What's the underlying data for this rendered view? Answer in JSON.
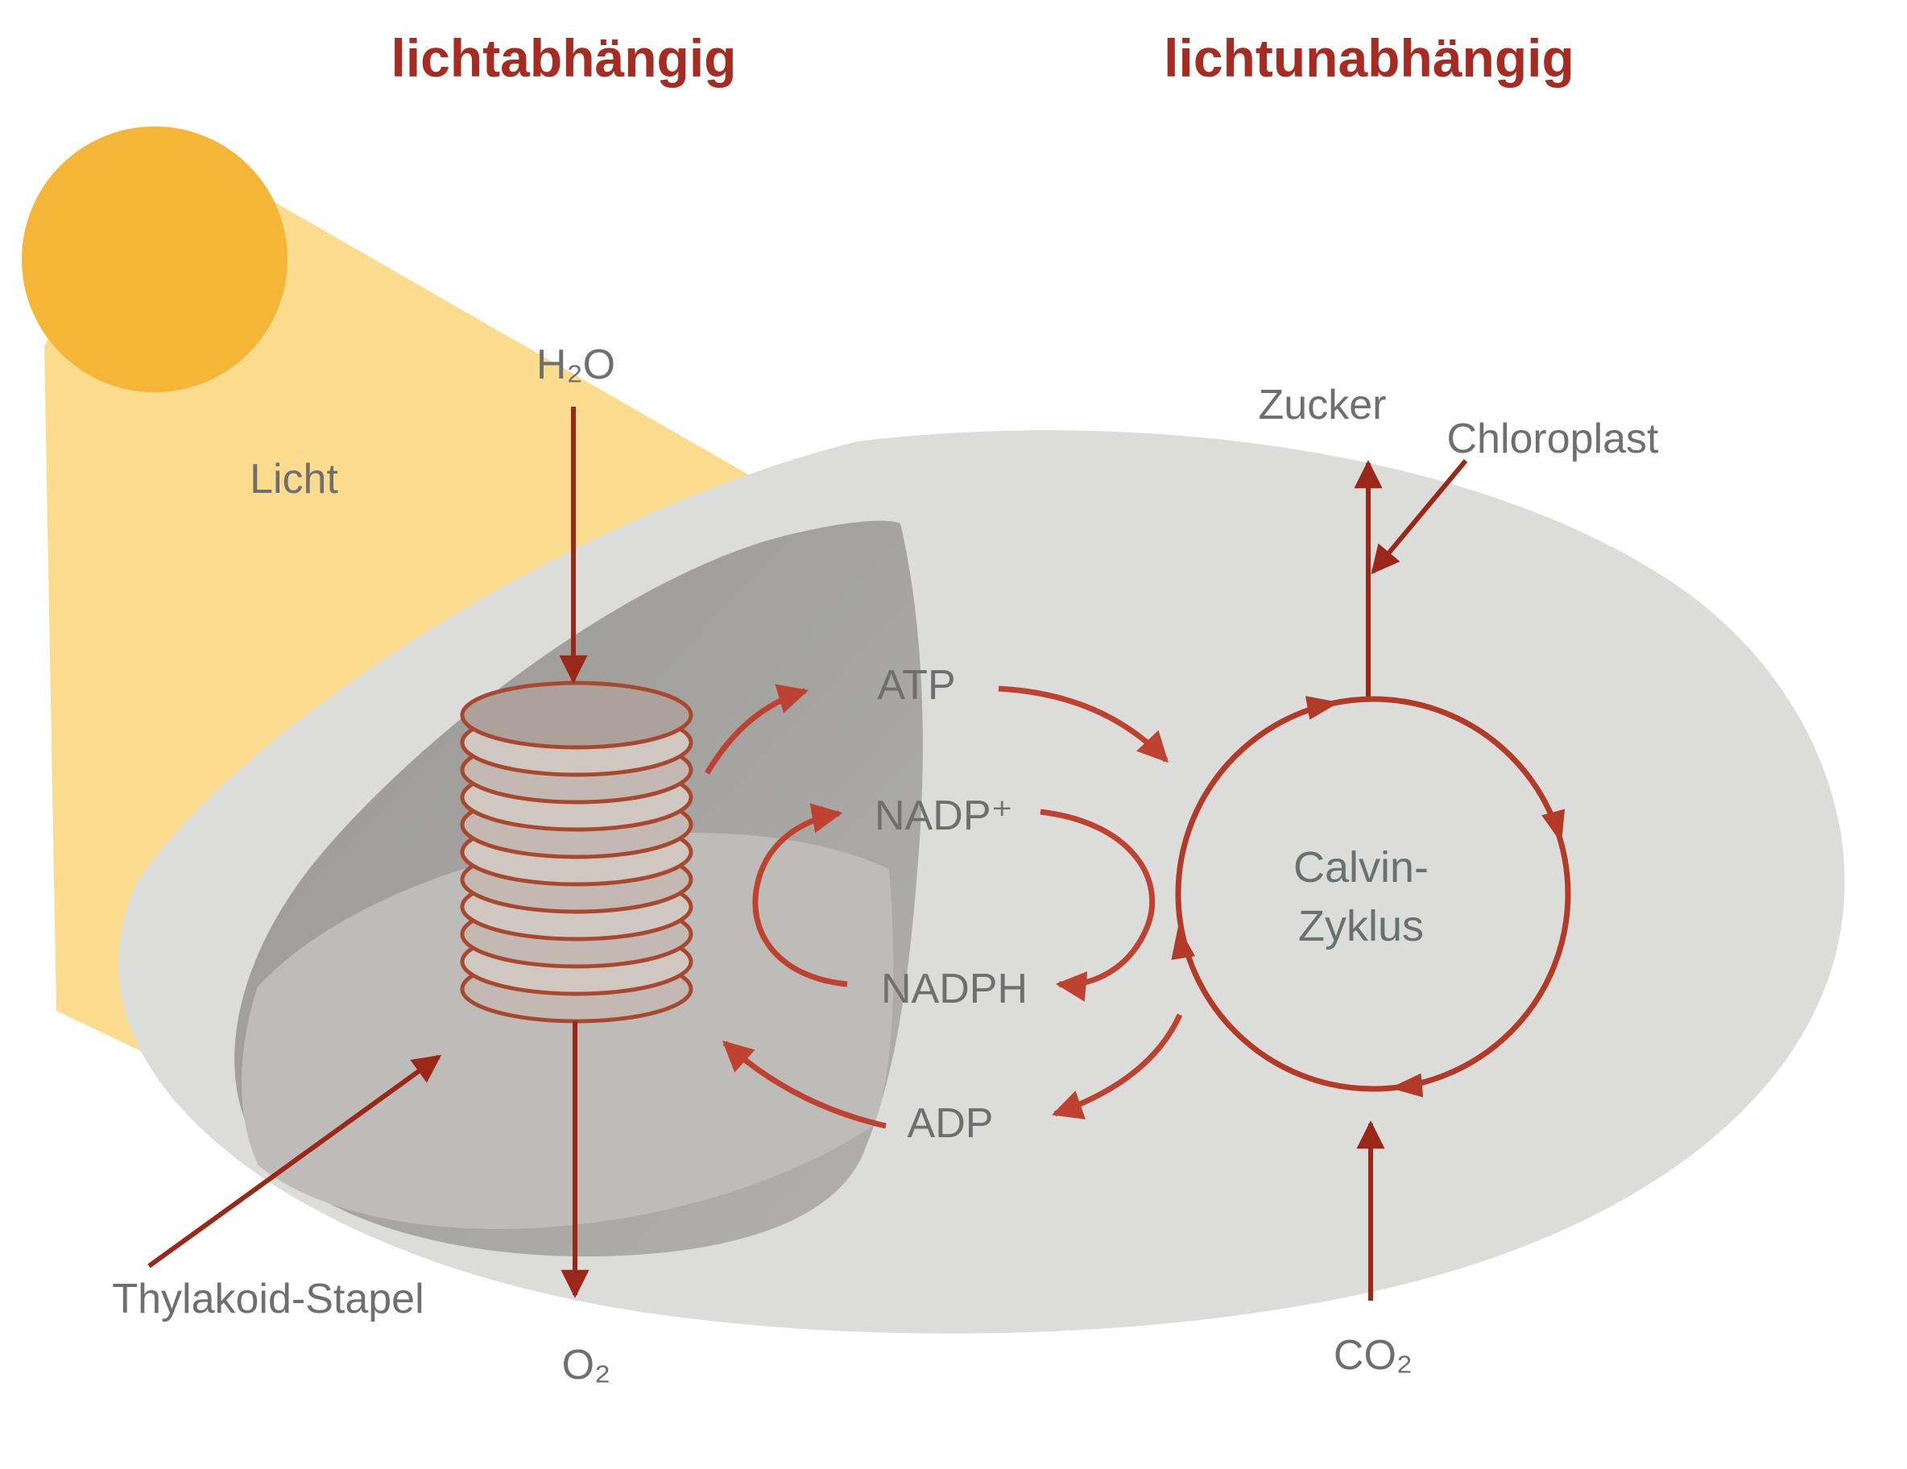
{
  "headers": {
    "left": "lichtabhängig",
    "right": "lichtunabhängig"
  },
  "labels": {
    "light": "Licht",
    "water": "H₂O",
    "oxygen": "O₂",
    "atp": "ATP",
    "nadp": "NADP⁺",
    "nadph": "NADPH",
    "adp": "ADP",
    "sugar": "Zucker",
    "chloroplast": "Chloroplast",
    "co2": "CO₂",
    "thylakoid_stack": "Thylakoid-Stapel",
    "calvin_line1": "Calvin-",
    "calvin_line2": "Zyklus"
  },
  "colors": {
    "sun_yellow": "#F5B537",
    "beam_yellow": "#FBDB8E",
    "chloroplast_gray": "#DCDCDB",
    "inner_membrane_gray": "#A3A2A0",
    "stroma_gray": "#BEBCB8",
    "thylakoid_outline": "#A8492F",
    "arrow_dark_red": "#9A2718",
    "arrow_bright_red": "#BF4230",
    "cycle_red": "#B43A28",
    "header_red": "#A62B22",
    "label_gray": "#6F6F6F"
  }
}
